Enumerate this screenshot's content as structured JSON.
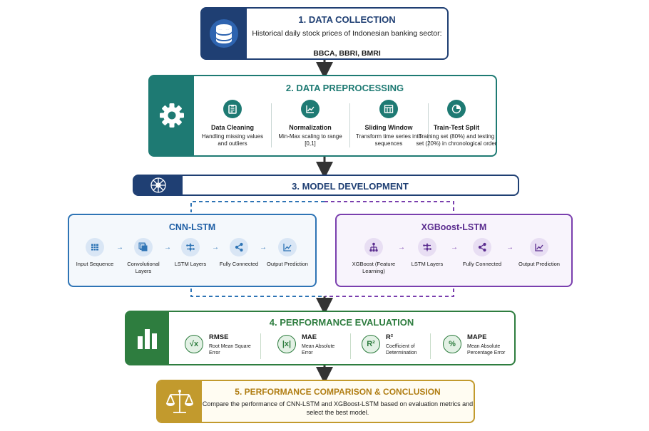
{
  "colors": {
    "navy": "#1f3f73",
    "teal": "#1e7a73",
    "blue": "#2e74b5",
    "purple": "#7a3fae",
    "green": "#2e7d3f",
    "gold": "#c29a2d"
  },
  "stage1": {
    "title": "1. DATA COLLECTION",
    "text": "Historical daily stock prices of Indonesian banking sector:",
    "tickers": "BBCA, BBRI, BMRI",
    "icon": "database-icon"
  },
  "stage2": {
    "title": "2. DATA PREPROCESSING",
    "icon": "gear-icon",
    "steps": [
      {
        "title": "Data Cleaning",
        "desc": "Handling missing values and outliers",
        "icon": "clipboard-icon"
      },
      {
        "title": "Normalization",
        "desc": "Min-Max scaling to range [0,1]",
        "icon": "line-chart-icon"
      },
      {
        "title": "Sliding Window",
        "desc": "Transform time series into sequences",
        "icon": "window-icon"
      },
      {
        "title": "Train-Test Split",
        "desc": "Training set (80%) and testing set (20%) in chronological order",
        "icon": "pie-chart-icon"
      }
    ]
  },
  "stage3": {
    "title": "3. MODEL DEVELOPMENT",
    "icon": "network-icon"
  },
  "cnn": {
    "title": "CNN-LSTM",
    "steps": [
      {
        "label": "Input Sequence",
        "icon": "grid-icon"
      },
      {
        "label": "Convolutional Layers",
        "icon": "layers-icon"
      },
      {
        "label": "LSTM Layers",
        "icon": "lstm-icon"
      },
      {
        "label": "Fully Connected",
        "icon": "share-icon"
      },
      {
        "label": "Output Prediction",
        "icon": "line-chart-icon"
      }
    ]
  },
  "xgb": {
    "title": "XGBoost-LSTM",
    "steps": [
      {
        "label": "XGBoost (Feature Learning)",
        "icon": "tree-icon"
      },
      {
        "label": "LSTM Layers",
        "icon": "lstm-icon"
      },
      {
        "label": "Fully Connected",
        "icon": "share-icon"
      },
      {
        "label": "Output Prediction",
        "icon": "line-chart-icon"
      }
    ]
  },
  "stage4": {
    "title": "4. PERFORMANCE EVALUATION",
    "icon": "bar-chart-icon",
    "metrics": [
      {
        "name": "RMSE",
        "desc": "Root Mean Square Error",
        "symbol": "√x"
      },
      {
        "name": "MAE",
        "desc": "Mean Absolute Error",
        "symbol": "|x|"
      },
      {
        "name": "R²",
        "desc": "Coefficient of Determination",
        "symbol": "R²"
      },
      {
        "name": "MAPE",
        "desc": "Mean Absolute Percentage Error",
        "symbol": "%"
      }
    ]
  },
  "stage5": {
    "title": "5. PERFORMANCE COMPARISON & CONCLUSION",
    "text": "Compare the performance of CNN-LSTM and XGBoost-LSTM based on evaluation metrics and select the best model.",
    "icon": "scales-icon"
  }
}
